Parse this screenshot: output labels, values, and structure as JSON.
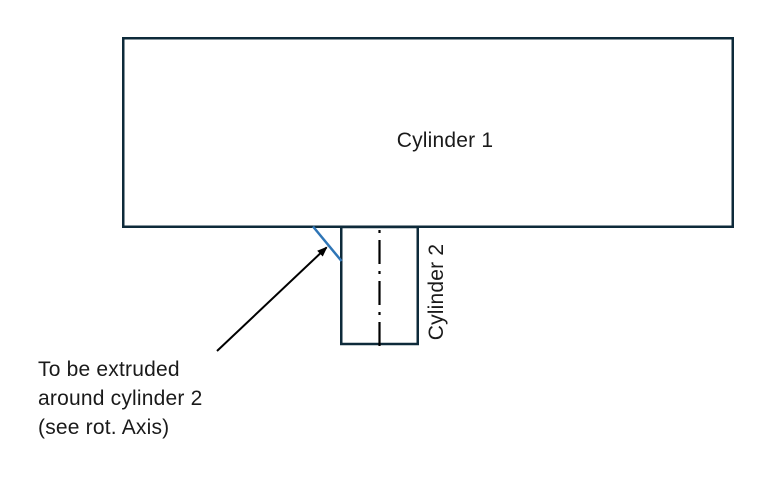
{
  "diagram": {
    "cylinder1": {
      "label": "Cylinder 1"
    },
    "cylinder2": {
      "label": "Cylinder 2"
    },
    "annotation": {
      "line1": "To be extruded",
      "line2": "around cylinder 2",
      "line3": "(see rot. Axis)"
    },
    "colors": {
      "outline": "#0e2a3a",
      "chamfer_line": "#2e75b6",
      "centerline": "#000000",
      "arrow": "#000000",
      "text": "#1a1a1a",
      "background": "#ffffff",
      "shape_fill": "#ffffff"
    }
  }
}
